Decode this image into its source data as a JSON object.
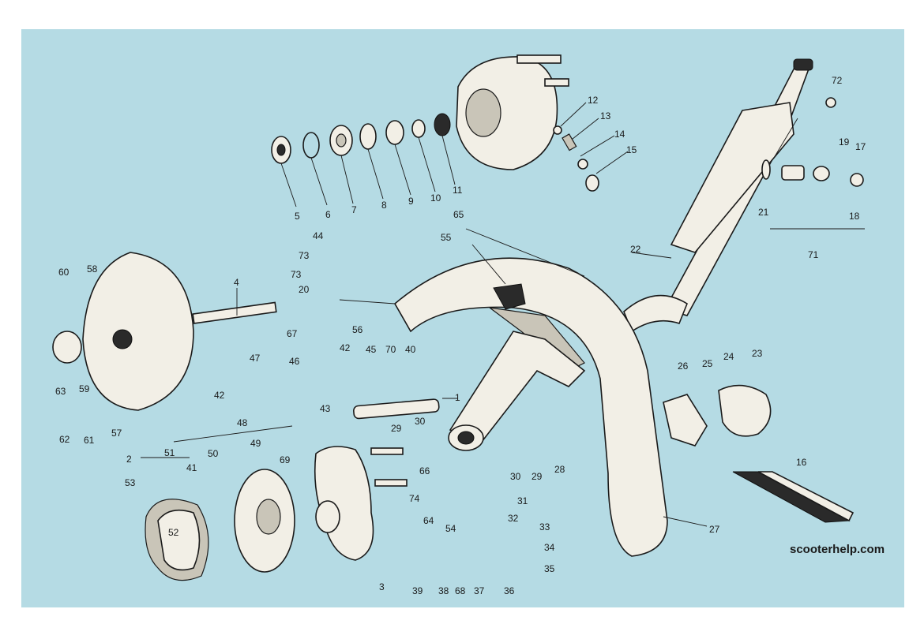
{
  "watermark": {
    "text": "scooterhelp.com"
  },
  "colors": {
    "background": "#b5dbe4",
    "ink": "#1a1a1a",
    "metal": "#f2efe6"
  },
  "labels": {
    "l1": "1",
    "l2": "2",
    "l3": "3",
    "l4": "4",
    "l5": "5",
    "l6": "6",
    "l7": "7",
    "l8": "8",
    "l9": "9",
    "l10": "10",
    "l11": "11",
    "l12": "12",
    "l13": "13",
    "l14": "14",
    "l15": "15",
    "l16": "16",
    "l17": "17",
    "l18": "18",
    "l19": "19",
    "l20": "20",
    "l21": "21",
    "l22": "22",
    "l23": "23",
    "l24": "24",
    "l25": "25",
    "l26": "26",
    "l27": "27",
    "l28": "28",
    "l29a": "29",
    "l29b": "29",
    "l30a": "30",
    "l30b": "30",
    "l31": "31",
    "l32": "32",
    "l33": "33",
    "l34": "34",
    "l35": "35",
    "l36": "36",
    "l37": "37",
    "l38": "38",
    "l39": "39",
    "l40": "40",
    "l41": "41",
    "l42a": "42",
    "l42b": "42",
    "l43": "43",
    "l44": "44",
    "l45": "45",
    "l46": "46",
    "l47": "47",
    "l48": "48",
    "l49": "49",
    "l50": "50",
    "l51": "51",
    "l52": "52",
    "l53": "53",
    "l54": "54",
    "l55": "55",
    "l56": "56",
    "l57": "57",
    "l58": "58",
    "l59": "59",
    "l60": "60",
    "l61": "61",
    "l62": "62",
    "l63": "63",
    "l64": "64",
    "l65": "65",
    "l66": "66",
    "l67": "67",
    "l68": "68",
    "l69": "69",
    "l70": "70",
    "l71": "71",
    "l72": "72",
    "l73a": "73",
    "l73b": "73",
    "l74": "74"
  }
}
